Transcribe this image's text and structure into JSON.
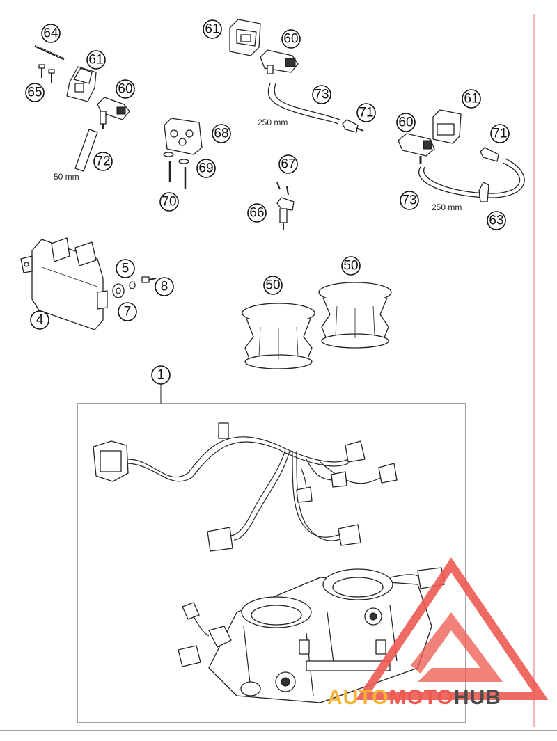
{
  "callouts": {
    "c64a": "64",
    "c61a": "61",
    "c60a": "60",
    "c65": "65",
    "c72": "72",
    "c61b": "61",
    "c60b": "60",
    "c73a": "73",
    "c71a": "71",
    "c68": "68",
    "c69": "69",
    "c70": "70",
    "c67": "67",
    "c66": "66",
    "c60c": "60",
    "c61c": "61",
    "c71b": "71",
    "c73b": "73",
    "c63": "63",
    "c5": "5",
    "c8": "8",
    "c7": "7",
    "c4": "4",
    "c50a": "50",
    "c50b": "50",
    "c1": "1"
  },
  "dimensions": {
    "d50": "50 mm",
    "d250a": "250 mm",
    "d250b": "250 mm"
  },
  "watermark": {
    "part1": "AUTO",
    "part2": "MOTO",
    "part3": "HUB",
    "color_orange": "#f5b335",
    "color_red": "#ee5a52",
    "color_gray": "#4a4a4a"
  }
}
